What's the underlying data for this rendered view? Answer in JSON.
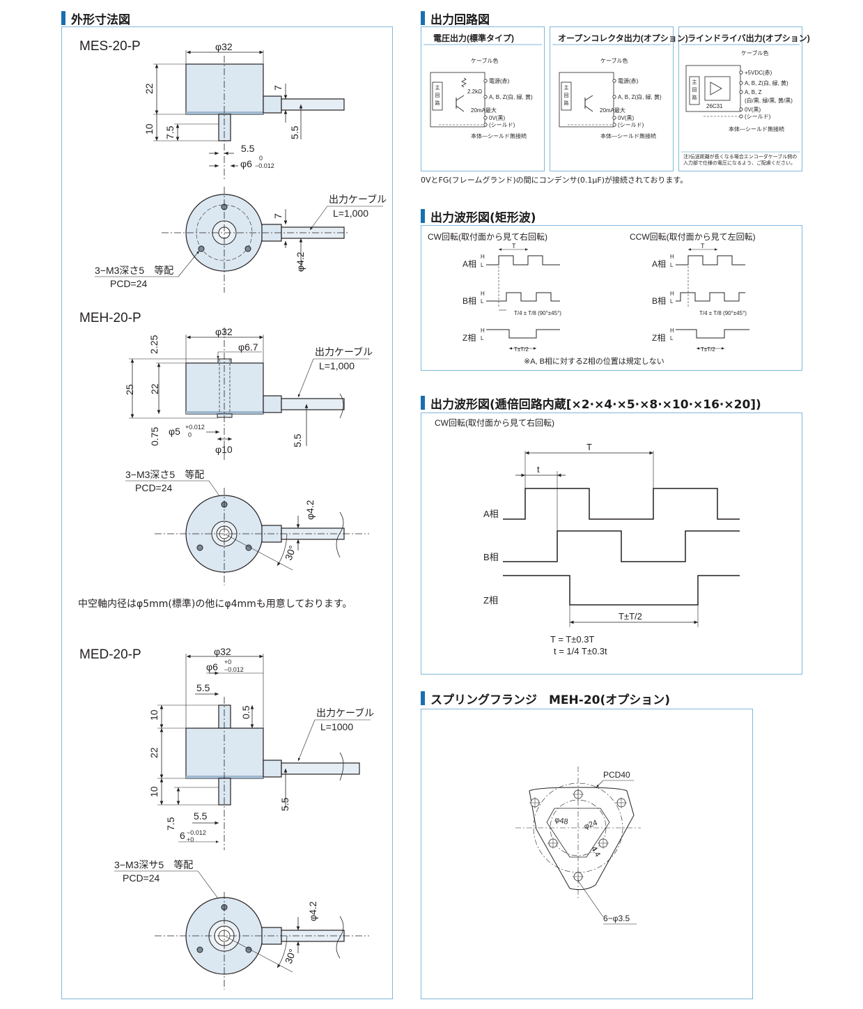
{
  "sections": {
    "dims": "外形寸法図",
    "circuit": "出力回路図",
    "wave1": "出力波形図(矩形波)",
    "wave2": "出力波形図(逓倍回路内蔵[×2·×4·×5·×8·×10·×16·×20])",
    "flange": "スプリングフランジ　MEH-20(オプション)"
  },
  "models": {
    "mes": "MES-20-P",
    "meh": "MEH-20-P",
    "med": "MED-20-P"
  },
  "dims_mes": {
    "d32": "φ32",
    "h22": "22",
    "h10": "10",
    "h7_5": "7.5",
    "c7": "7",
    "c5_5": "5.5",
    "s5_5": "5.5",
    "shaft": "φ6",
    "tol_up": "0",
    "tol_lo": "−0.012",
    "cable": "出力ケーブル",
    "cable_len": "L=1,000",
    "c42": "φ4.2",
    "holes": "3−M3深さ5　等配",
    "pcd": "PCD=24"
  },
  "dims_meh": {
    "h225": "2.25",
    "d32": "φ32",
    "d67": "φ6.7",
    "cable": "出力ケーブル",
    "cable_len": "L=1,000",
    "h25": "25",
    "h22": "22",
    "h075": "0.75",
    "bore": "φ5",
    "tol_up": "+0.012",
    "tol_lo": "0",
    "d10": "φ10",
    "c5_5": "5.5",
    "holes": "3−M3深さ5　等配",
    "pcd": "PCD=24",
    "c42": "φ4.2",
    "ang": "30°",
    "note": "中空軸内径はφ5mm(標準)の他にφ4mmも用意しております。"
  },
  "dims_med": {
    "d32": "φ32",
    "shaft": "φ6",
    "tol_up": "+0",
    "tol_lo": "−0.012",
    "s5_5": "5.5",
    "h05": "0.5",
    "cable": "出力ケーブル",
    "cable_len": "L=1000",
    "h10a": "10",
    "h22": "22",
    "h10b": "10",
    "c5_5": "5.5",
    "h7_5": "7.5",
    "s5_5b": "5.5",
    "bshaft": "6",
    "btol_up": "−0.012",
    "btol_lo": "+0",
    "holes": "3−M3深サ5　等配",
    "pcd": "PCD=24",
    "c42": "φ4.2",
    "ang": "30°"
  },
  "circuits": {
    "boxes": [
      "電圧出力(標準タイプ)",
      "オープンコレクタ出力(オプション)",
      "ラインドライバ出力(オプション)"
    ],
    "cable_color": "ケーブル色",
    "main": "主回路",
    "v_labels": [
      "電源(赤)",
      "A, B, Z(白, 緑, 黄)",
      "0V(黒)",
      "(シールド)"
    ],
    "v_res": "2.2kΩ",
    "v_cur": "20mA最大",
    "body_note": "本体—シールド無接続",
    "ld_labels": [
      "+5VDC(赤)",
      "A, B, Z(白, 緑, 黄)",
      "A, B, Z",
      "(白/黒, 緑/黒, 黄/黒)",
      "0V(黒)",
      "(シールド)"
    ],
    "ld_ic": "26C31",
    "ld_note": "注)伝送距離が長くなる場合エンコーダケーブル側の入力部で仕様の電圧になるよう、ご配慮ください。",
    "footer": "0VとFG(フレームグランド)の間にコンデンサ(0.1μF)が接続されております。"
  },
  "wave1": {
    "cw": "CW回転(取付面から見て右回転)",
    "ccw": "CCW回転(取付面から見て左回転)",
    "phases": [
      "A相",
      "B相",
      "Z相"
    ],
    "h": "H",
    "l": "L",
    "t": "T",
    "phase_diff": "T/4 ± T/8 (90°±45°)",
    "z_width": "T±T/2",
    "note": "※A, B相に対するZ相の位置は規定しない"
  },
  "wave2": {
    "cw": "CW回転(取付面から見て右回転)",
    "phases": [
      "A相",
      "B相",
      "Z相"
    ],
    "T": "T",
    "t": "t",
    "z_width": "T±T/2",
    "eq1": "T = T±0.3T",
    "eq2": "t = 1/4 T±0.3t"
  },
  "flange": {
    "pcd40": "PCD40",
    "d48": "φ48",
    "d24": "φ24",
    "d44": "4.4",
    "holes": "6−φ3.5"
  }
}
